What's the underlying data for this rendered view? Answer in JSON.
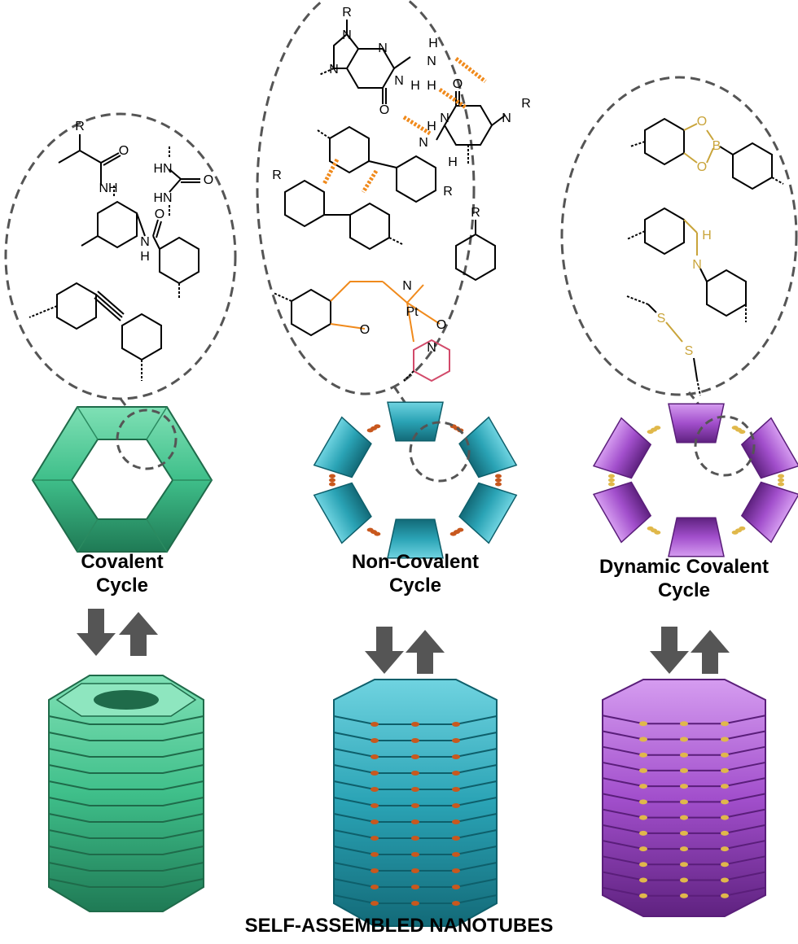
{
  "columns": [
    {
      "id": "covalent",
      "label_lines": [
        "Covalent",
        "Cycle"
      ],
      "tube_color": "#3fbf8a",
      "tube_edge": "#1f6b4a",
      "highlight_color": "#000000",
      "atoms": [
        "R",
        "O",
        "NH",
        "HN",
        "HN",
        "O",
        "O",
        "N",
        "H"
      ]
    },
    {
      "id": "non-covalent",
      "label_lines": [
        "Non-Covalent",
        "Cycle"
      ],
      "tube_color": "#2aa3b5",
      "tube_edge": "#0e5f6b",
      "linker_color": "#c8581e",
      "highlight_color": "#f08a1c",
      "atoms": [
        "R",
        "N",
        "N",
        "H",
        "N",
        "N",
        "H",
        "N",
        "H",
        "O",
        "O",
        "N",
        "R",
        "N",
        "N",
        "H",
        "H",
        "R",
        "R",
        "R",
        "N",
        "O",
        "Pt",
        "O",
        "N"
      ]
    },
    {
      "id": "dynamic-covalent",
      "label_lines": [
        "Dynamic Covalent",
        "Cycle"
      ],
      "tube_color": "#a24fcc",
      "tube_edge": "#5a1e7a",
      "linker_color": "#e0b84a",
      "highlight_color": "#c9a43a",
      "atoms": [
        "O",
        "O",
        "B",
        "H",
        "N",
        "S",
        "S"
      ]
    }
  ],
  "caption": "SELF-ASSEMBLED NANOTUBES",
  "icons": [
    "arrow-down-icon",
    "arrow-up-icon"
  ]
}
